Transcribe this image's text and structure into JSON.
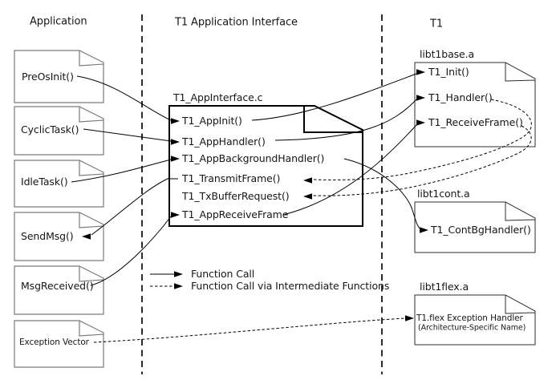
{
  "diagram": {
    "headers": {
      "left": "Application",
      "middle": "T1 Application Interface",
      "right": "T1"
    },
    "app_nodes": [
      "PreOsInit()",
      "CyclicTask()",
      "IdleTask()",
      "SendMsg()",
      "MsgReceived()",
      "Exception Vector"
    ],
    "interface_file": {
      "title": "T1_AppInterface.c",
      "functions": [
        "T1_AppInit()",
        "T1_AppHandler()",
        "T1_AppBackgroundHandler()",
        "T1_TransmitFrame()",
        "T1_TxBufferRequest()",
        "T1_AppReceiveFrame"
      ]
    },
    "libraries": [
      {
        "name": "libt1base.a",
        "functions": [
          "T1_Init()",
          "T1_Handler()",
          "T1_ReceiveFrame()"
        ]
      },
      {
        "name": "libt1cont.a",
        "functions": [
          "T1_ContBgHandler()"
        ]
      },
      {
        "name": "libt1flex.a",
        "functions": [
          "T1.flex Exception Handler",
          "(Architecture-Specific Name)"
        ]
      }
    ],
    "legend": [
      {
        "style": "solid",
        "label": "Function Call"
      },
      {
        "style": "dashed",
        "label": "Function Call via Intermediate Functions"
      }
    ],
    "colors": {
      "background": "#ffffff",
      "line": "#000000",
      "app_box_border": "#7a7a7a",
      "library_box_border": "#2e2e2e",
      "interface_box_border": "#000000"
    }
  }
}
